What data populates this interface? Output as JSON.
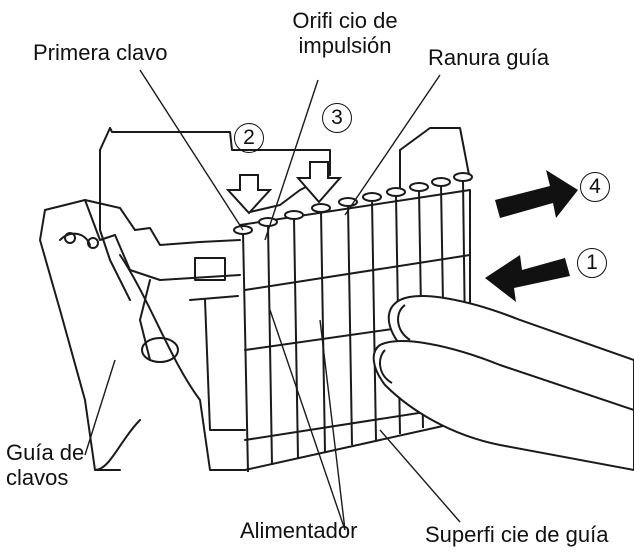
{
  "labels": {
    "primera_clavo": "Primera clavo",
    "orificio_line1": "Orifi cio de",
    "orificio_line2": "impulsión",
    "ranura_guia": "Ranura guía",
    "guia_line1": "Guía de",
    "guia_line2": "clavos",
    "alimentador": "Alimentador",
    "superficie": "Superfi cie de guía"
  },
  "steps": {
    "s1": "1",
    "s2": "2",
    "s3": "3",
    "s4": "4"
  },
  "icons": {
    "press_arrow": "down-arrow-icon",
    "push_arrow": "left-arrow-icon",
    "pull_arrow": "right-arrow-icon"
  }
}
